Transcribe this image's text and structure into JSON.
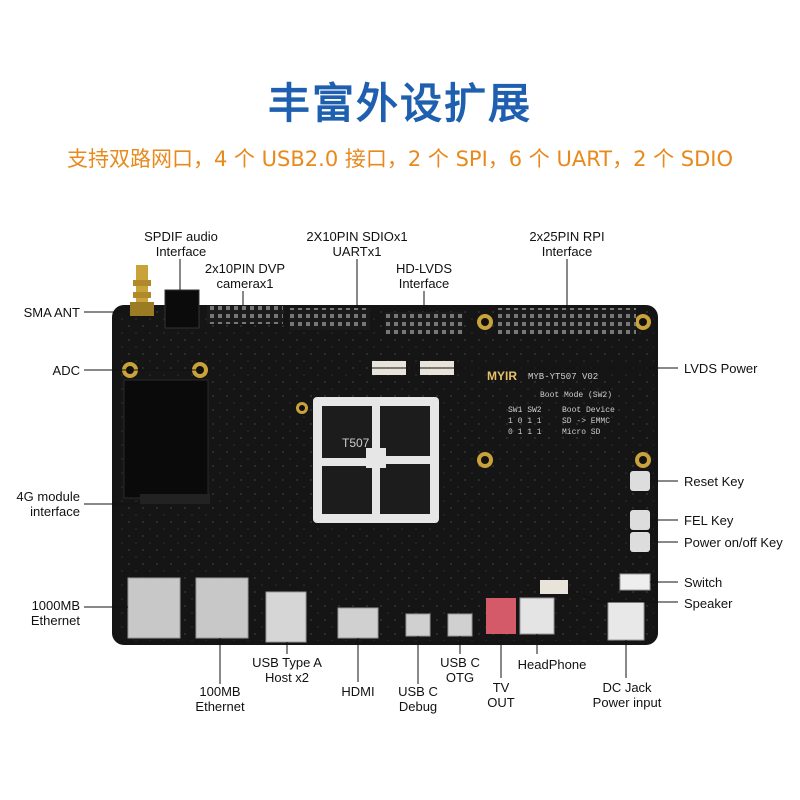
{
  "header": {
    "title": "丰富外设扩展",
    "subtitle": "支持双路网口，4 个 USB2.0 接口，2 个 SPI，6 个 UART，2 个 SDIO"
  },
  "board": {
    "brand": "MYIR",
    "model": "MYB-YT507 V02",
    "chip": "T507",
    "boot_table": {
      "title": "Boot Mode (SW2)",
      "header": [
        "SW1 SW2",
        "Boot Device"
      ],
      "rows": [
        [
          "1 0 1 1",
          "SD -> EMMC"
        ],
        [
          "0 1 1 1",
          "Micro SD"
        ]
      ]
    }
  },
  "labels": {
    "spdif": [
      "SPDIF audio",
      "Interface"
    ],
    "sdio": [
      "2X10PIN SDIOx1",
      "UARTx1"
    ],
    "rpi": [
      "2x25PIN RPI",
      "Interface"
    ],
    "dvp": [
      "2x10PIN  DVP",
      "camerax1"
    ],
    "hdlvds": [
      "HD-LVDS",
      "Interface"
    ],
    "sma": "SMA ANT",
    "adc": "ADC",
    "lvds_power": "LVDS Power",
    "reset": "Reset Key",
    "fel": "FEL Key",
    "power": "Power on/off Key",
    "module4g": [
      "4G module",
      "interface"
    ],
    "switch": "Switch",
    "speaker": "Speaker",
    "eth1000": [
      "1000MB",
      "Ethernet"
    ],
    "usba": [
      "USB Type A",
      "Host x2"
    ],
    "hdmi": "HDMI",
    "usbc_otg": [
      "USB C",
      "OTG"
    ],
    "headphone": "HeadPhone",
    "eth100": [
      "100MB",
      "Ethernet"
    ],
    "usbc_debug": [
      "USB C",
      "Debug"
    ],
    "tvout": [
      "TV",
      "OUT"
    ],
    "dcjack": [
      "DC Jack",
      "Power input"
    ]
  },
  "colors": {
    "title": "#1f5fb0",
    "subtitle": "#e8891c",
    "pcb": "#141414",
    "gold": "#c9a23a"
  }
}
